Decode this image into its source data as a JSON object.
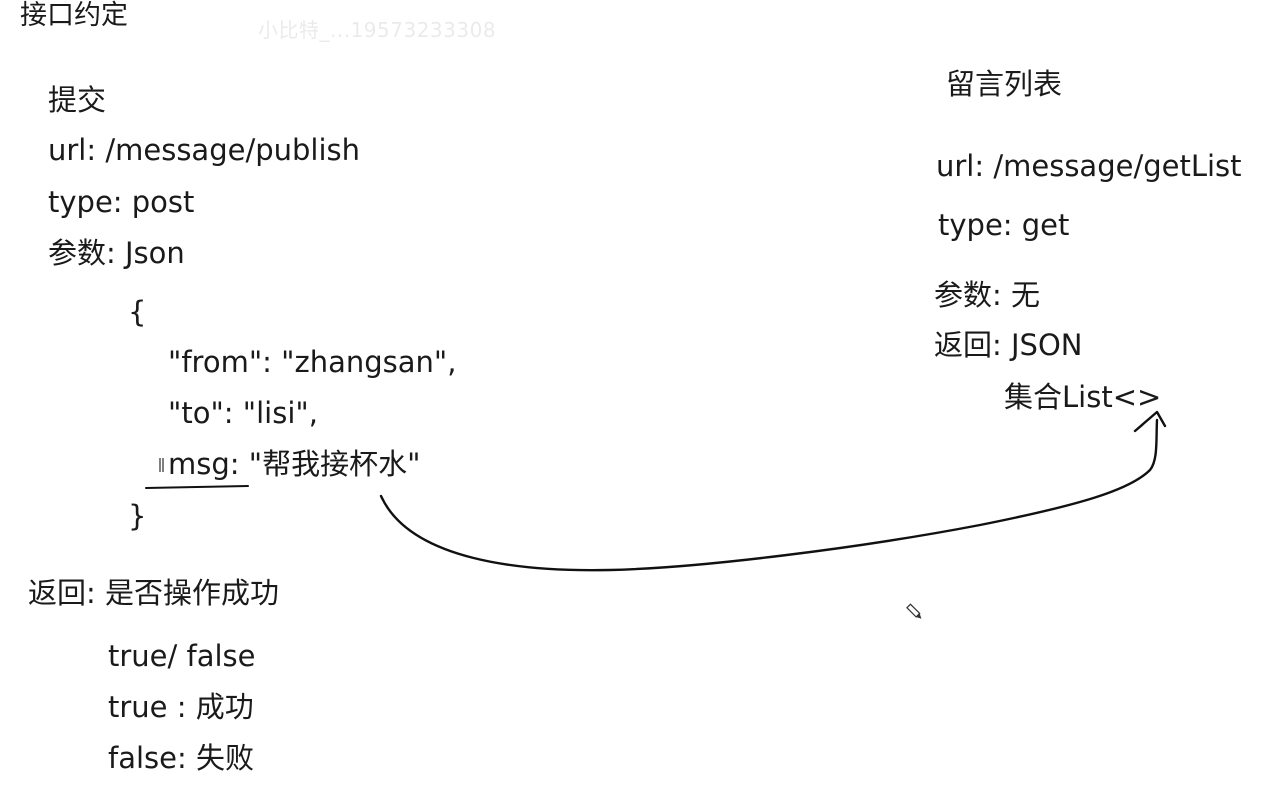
{
  "title": "接口约定",
  "watermark": "小比特_...19573233308",
  "submit": {
    "heading": "提交",
    "url": "url: /message/publish",
    "type": "type: post",
    "params": "参数: Json",
    "json_open": "{",
    "json_from": "\"from\": \"zhangsan\",",
    "json_to": "\"to\": \"lisi\",",
    "json_msg": "msg: \"帮我接杯水\"",
    "json_close": "}"
  },
  "returns": {
    "heading": "返回: 是否操作成功",
    "line1": "true/ false",
    "line2": "true : 成功",
    "line3": "false: 失败"
  },
  "list": {
    "heading": "留言列表",
    "url": "url: /message/getList",
    "type": "type: get",
    "params": "参数:   无",
    "returns": "返回: JSON",
    "collection": "集合List<>"
  },
  "colors": {
    "text": "#1a1a1a",
    "ink": "#111111"
  },
  "icons": [
    "pencil-cursor-icon",
    "arrow-annotation"
  ]
}
